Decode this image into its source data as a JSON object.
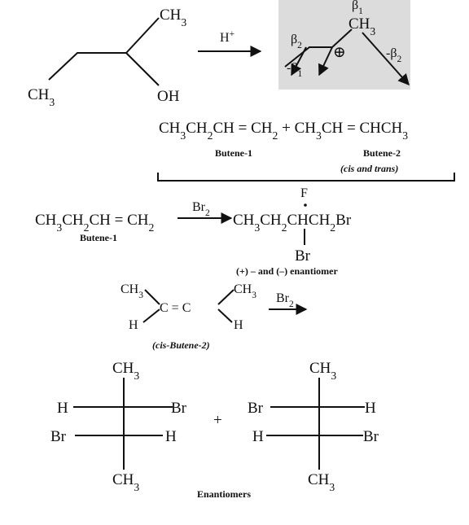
{
  "reaction1": {
    "reactant": {
      "ch3_top": "CH3",
      "ch3_bottom": "CH3",
      "oh": "OH"
    },
    "reagent": "H+",
    "carbocation": {
      "ch3": "CH3",
      "beta1_top": "β1",
      "beta2_left": "β2",
      "beta1_bottom": "-β1",
      "beta2_right": "-β2",
      "charge": "⊕"
    }
  },
  "products": {
    "equation": "CH3CH2CH = CH2 + CH3CH = CHCH3",
    "butene1_label": "Butene-1",
    "butene2_label": "Butene-2",
    "butene2_note": "(cis and trans)"
  },
  "reaction2": {
    "reactant": "CH3CH2CH = CH2",
    "reactant_label": "Butene-1",
    "reagent": "Br2",
    "product": "CH3CH2CHCH2Br",
    "top_atom": "F",
    "substituent": "Br",
    "note": "(+) – and  (–) enantiomer"
  },
  "reaction3": {
    "ch3_left": "CH3",
    "h_left": "H",
    "center": "C = C",
    "ch3_right": "CH3",
    "h_right": "H",
    "reagent": "Br2",
    "label": "(cis-Butene-2)"
  },
  "fischer": {
    "left": {
      "top": "CH3",
      "r1_left": "H",
      "r1_right": "Br",
      "r2_left": "Br",
      "r2_right": "H",
      "bottom": "CH3"
    },
    "plus": "+",
    "right": {
      "top": "CH3",
      "r1_left": "Br",
      "r1_right": "H",
      "r2_left": "H",
      "r2_right": "Br",
      "bottom": "CH3"
    },
    "caption": "Enantiomers"
  }
}
